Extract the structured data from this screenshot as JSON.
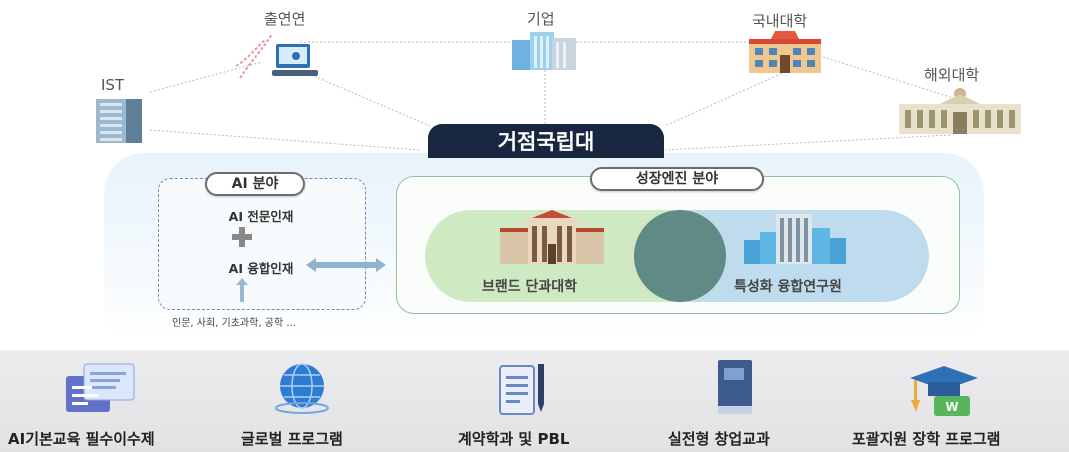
{
  "top_nodes": {
    "ist": "IST",
    "research_institute": "출연연",
    "company": "기업",
    "domestic_univ": "국내대학",
    "foreign_univ": "해외대학"
  },
  "hub_title": "거점국립대",
  "ai_section": {
    "title": "AI 분야",
    "item1": "AI 전문인재",
    "plus": "+",
    "item2": "AI 융합인재",
    "note": "인문, 사회, 기초과학, 공학 …"
  },
  "engine_section": {
    "title": "성장엔진 분야",
    "left_label": "브랜드 단과대학",
    "right_label": "특성화 융합연구원"
  },
  "programs": [
    {
      "label": "AI기본교육 필수이수제",
      "icon": "screen-icon"
    },
    {
      "label": "글로벌 프로그램",
      "icon": "globe-icon"
    },
    {
      "label": "계약학과 및 PBL",
      "icon": "document-icon"
    },
    {
      "label": "실전형 창업교과",
      "icon": "book-icon"
    },
    {
      "label": "포괄지원 장학 프로그램",
      "icon": "graduation-cap-icon"
    }
  ],
  "colors": {
    "hub_bg": "#18263f",
    "engine_left": "#cfe9c2",
    "engine_right": "#bfdcef",
    "overlap": "#5f8a86"
  }
}
